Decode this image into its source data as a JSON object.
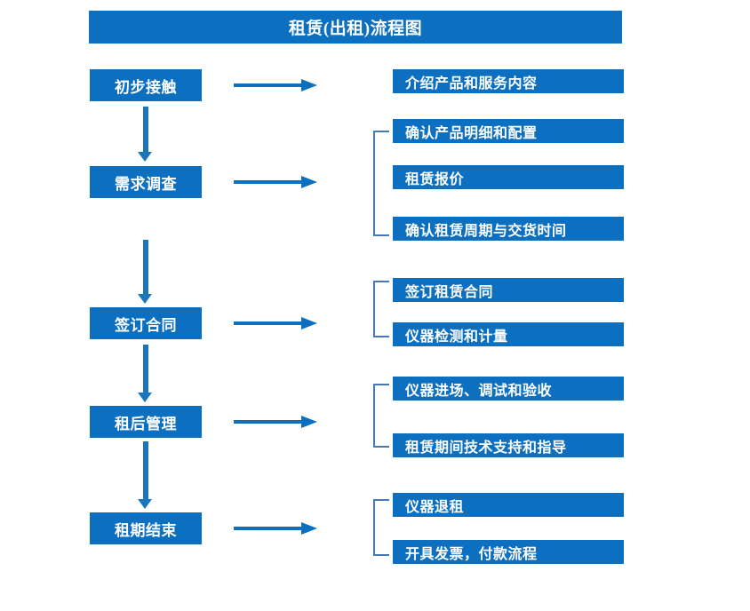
{
  "title": "租赁(出租)流程图",
  "colors": {
    "box_fill": "#0d6fc0",
    "box_text": "#ffffff",
    "arrow": "#1b75bb",
    "bracket": "#4878b0",
    "background": "#ffffff"
  },
  "stages": [
    {
      "label": "初步接触"
    },
    {
      "label": "需求调查"
    },
    {
      "label": "签订合同"
    },
    {
      "label": "租后管理"
    },
    {
      "label": "租期结束"
    }
  ],
  "details": [
    {
      "label": "介绍产品和服务内容"
    },
    {
      "label": "确认产品明细和配置"
    },
    {
      "label": "租赁报价"
    },
    {
      "label": "确认租赁周期与交货时间"
    },
    {
      "label": "签订租赁合同"
    },
    {
      "label": "仪器检测和计量"
    },
    {
      "label": "仪器进场、调试和验收"
    },
    {
      "label": "租赁期间技术支持和指导"
    },
    {
      "label": "仪器退租"
    },
    {
      "label": "开具发票，付款流程"
    }
  ],
  "chart_data": {
    "type": "diagram",
    "title": "租赁(出租)流程图",
    "diagram_kind": "flowchart",
    "orientation": "vertical-with-side-branches",
    "nodes": [
      {
        "stage": "初步接触",
        "outputs": [
          "介绍产品和服务内容"
        ],
        "grouped": false
      },
      {
        "stage": "需求调查",
        "outputs": [
          "确认产品明细和配置",
          "租赁报价",
          "确认租赁周期与交货时间"
        ],
        "grouped": true
      },
      {
        "stage": "签订合同",
        "outputs": [
          "签订租赁合同",
          "仪器检测和计量"
        ],
        "grouped": true
      },
      {
        "stage": "租后管理",
        "outputs": [
          "仪器进场、调试和验收",
          "租赁期间技术支持和指导"
        ],
        "grouped": true
      },
      {
        "stage": "租期结束",
        "outputs": [
          "仪器退租",
          "开具发票，付款流程"
        ],
        "grouped": true
      }
    ],
    "flow_sequence": [
      "初步接触",
      "需求调查",
      "签订合同",
      "租后管理",
      "租期结束"
    ]
  }
}
